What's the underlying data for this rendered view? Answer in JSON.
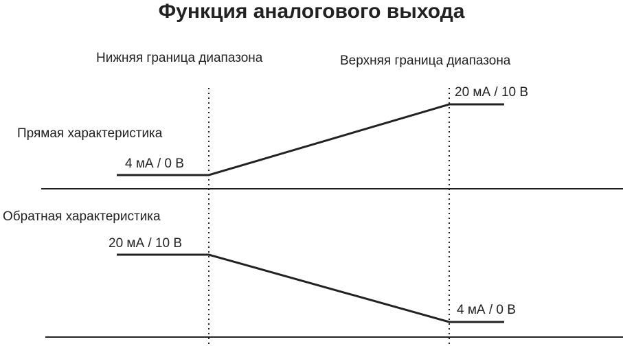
{
  "title": "Функция аналогового выхода",
  "labels": {
    "lower_bound": "Нижняя граница диапазона",
    "upper_bound": "Верхняя граница диапазона",
    "direct": "Прямая характеристика",
    "inverse": "Обратная характеристика",
    "direct_low": "4 мА / 0 В",
    "direct_high": "20 мА / 10 В",
    "inverse_high": "20 мА / 10 В",
    "inverse_low": "4 мА / 0 В"
  },
  "colors": {
    "line": "#222222",
    "text": "#222222",
    "background": "#ffffff"
  }
}
